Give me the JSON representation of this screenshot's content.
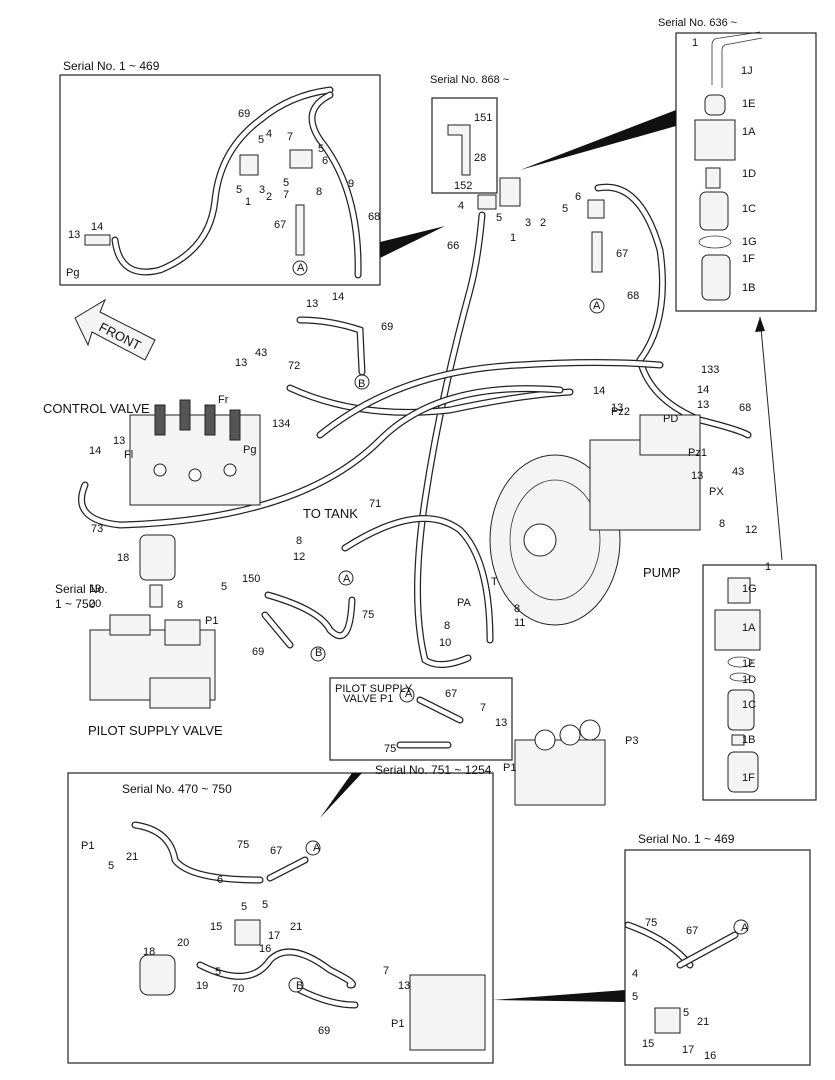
{
  "serial_labels": {
    "top_left": "Serial No. 1 ~ 469",
    "top_mid": "Serial No. 868 ~",
    "top_right": "Serial No. 636 ~",
    "mid_left_1": "Serial No.",
    "mid_left_2": "1 ~ 750",
    "mid_inset": "Serial No. 751 ~ 1254",
    "bottom_left": "Serial No. 470 ~ 750",
    "bottom_right": "Serial No.  1 ~ 469"
  },
  "titles": {
    "control_valve": "CONTROL VALVE",
    "pilot_supply_valve": "PILOT SUPPLY VALVE",
    "pump": "PUMP",
    "to_tank": "TO  TANK",
    "front": "FRONT",
    "pilot_supply": "PILOT SUPPLY",
    "valve_p1": "VALVE   P1"
  },
  "callouts": [
    "69",
    "4",
    "7",
    "5",
    "6",
    "5",
    "1",
    "5",
    "3",
    "2",
    "5",
    "7",
    "8",
    "9",
    "68",
    "67",
    "A",
    "13",
    "14",
    "Pg",
    "151",
    "28",
    "152",
    "4",
    "5",
    "66",
    "1",
    "3",
    "2",
    "6",
    "5",
    "67",
    "A",
    "68",
    "1",
    "1J",
    "1E",
    "1A",
    "1D",
    "1C",
    "1G",
    "1F",
    "1B",
    "13",
    "14",
    "69",
    "B",
    "13",
    "43",
    "72",
    "Fr",
    "134",
    "Pg",
    "14",
    "13",
    "Fl",
    "73",
    "14",
    "13",
    "Pz2",
    "133",
    "14",
    "13",
    "68",
    "PD",
    "Pz1",
    "13",
    "43",
    "PX",
    "8",
    "12",
    "8",
    "12",
    "71",
    "18",
    "19",
    "20",
    "5",
    "150",
    "A",
    "8",
    "P1",
    "75",
    "69",
    "B",
    "PA",
    "T",
    "8",
    "8",
    "11",
    "10",
    "1",
    "1G",
    "1A",
    "1E",
    "1D",
    "1C",
    "1B",
    "1F",
    "67",
    "A",
    "7",
    "13",
    "75",
    "P1",
    "P3",
    "P1",
    "21",
    "5",
    "75",
    "67",
    "A",
    "6",
    "5",
    "5",
    "21",
    "15",
    "17",
    "16",
    "18",
    "20",
    "19",
    "5",
    "70",
    "B",
    "7",
    "13",
    "P1",
    "69",
    "75",
    "67",
    "A",
    "4",
    "5",
    "5",
    "21",
    "15",
    "17",
    "16"
  ]
}
